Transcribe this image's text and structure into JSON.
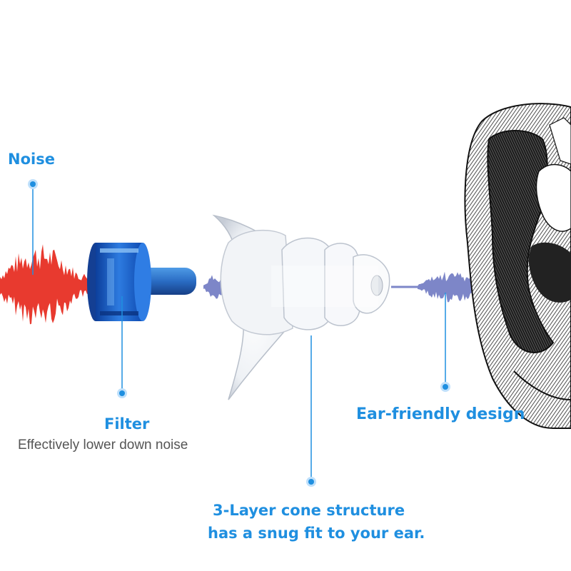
{
  "labels": {
    "noise": "Noise",
    "filter": "Filter",
    "filter_sub": "Effectively lower down noise",
    "ear_design": "Ear-friendly design",
    "cone_line1": "3-Layer cone structure",
    "cone_line2": "has a snug fit to your ear."
  },
  "colors": {
    "accent": "#1f8fe0",
    "noise_wave": "#e83a2f",
    "soft_wave": "#7d86c8",
    "filter_blue": "#1e63c8",
    "sub_text": "#555555"
  },
  "icons": {
    "marker": "marker-dot-icon",
    "filter": "filter-icon",
    "earplug": "earplug-icon",
    "ear": "ear-illustration"
  }
}
